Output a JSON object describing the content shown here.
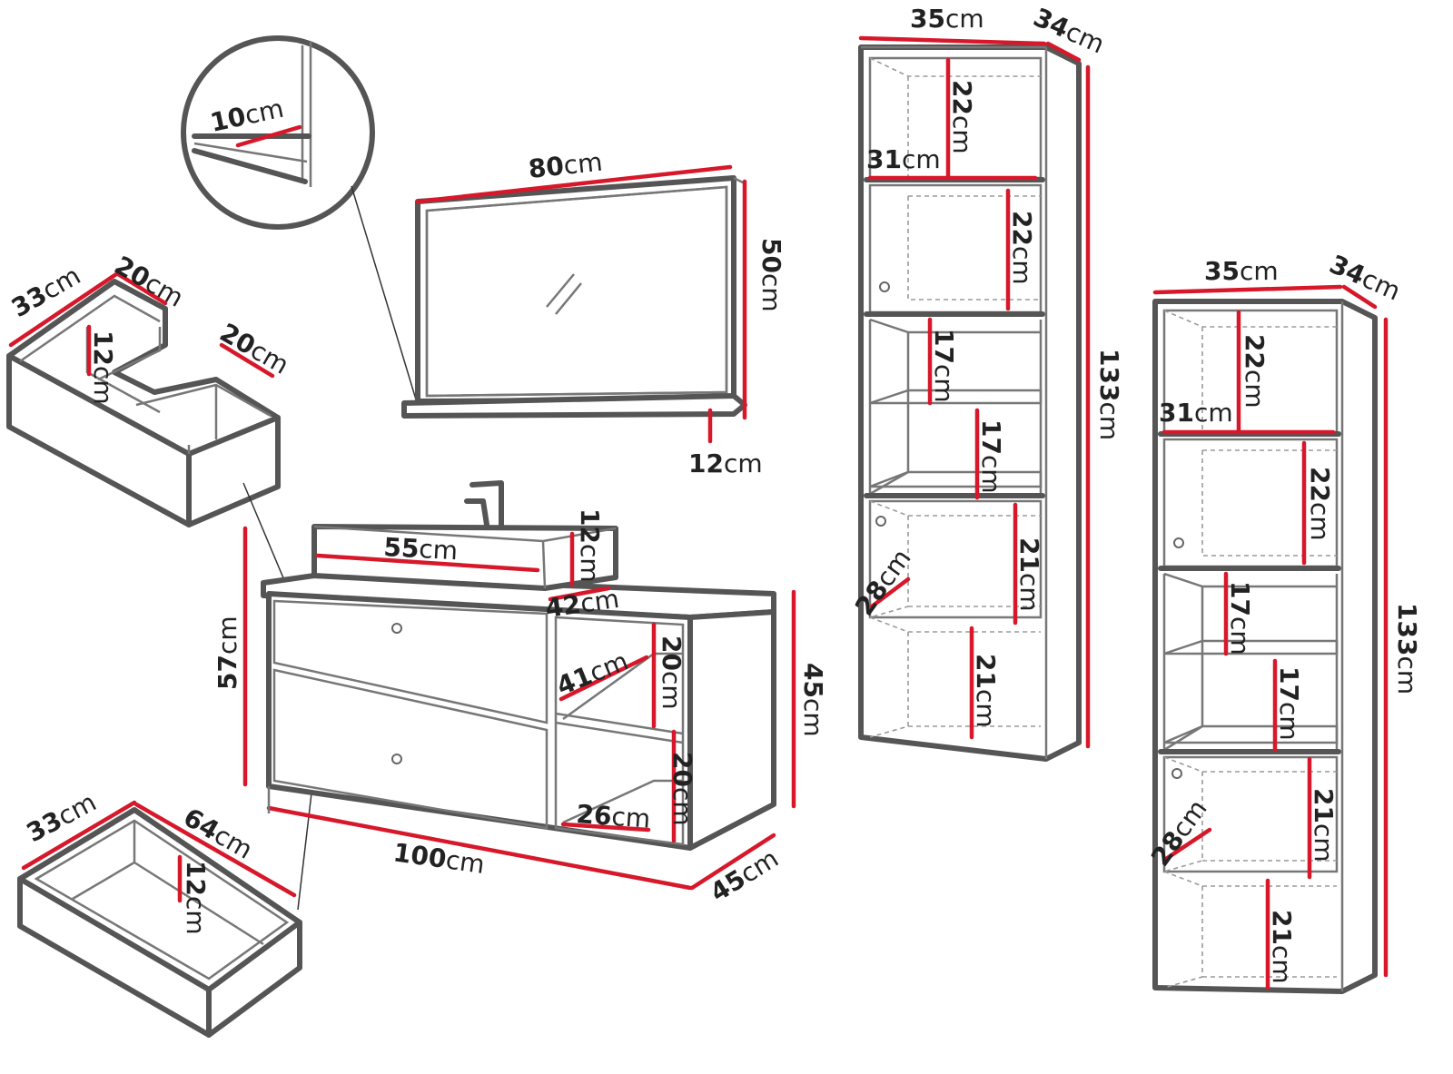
{
  "colors": {
    "outline": "#555555",
    "dimension": "#d7182a",
    "text": "#222222",
    "background": "#ffffff"
  },
  "unit": "cm",
  "mirror": {
    "width": "80",
    "height": "50",
    "shelf_depth": "12",
    "frame_depth": "10"
  },
  "top_drawer": {
    "depth": "33",
    "width": "20",
    "inner_height": "12",
    "right_width": "20"
  },
  "bottom_drawer": {
    "depth": "33",
    "width": "64",
    "height": "12"
  },
  "vanity": {
    "height": "57",
    "sink_width": "55",
    "sink_height": "12",
    "sink_depth": "42",
    "cabinet_height": "45",
    "shelf_depth": "41",
    "shelf1_height": "20",
    "shelf2_height": "20",
    "shelf_width": "26",
    "width": "100",
    "depth": "45"
  },
  "tall_cabinet_left": {
    "width": "35",
    "depth": "34",
    "height": "133",
    "top_depth": "31",
    "compartments": [
      "22",
      "22",
      "17",
      "17",
      "21",
      "21"
    ],
    "shelf_depth": "28"
  },
  "tall_cabinet_right": {
    "width": "35",
    "depth": "34",
    "height": "133",
    "top_depth": "31",
    "compartments": [
      "22",
      "22",
      "17",
      "17",
      "21",
      "21"
    ],
    "shelf_depth": "28"
  }
}
